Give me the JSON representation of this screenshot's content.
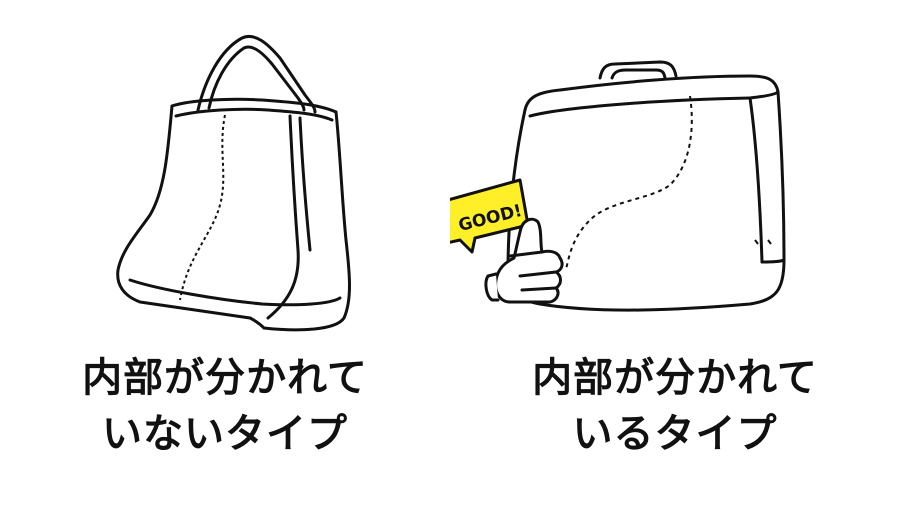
{
  "left": {
    "caption_line1": "内部が分かれて",
    "caption_line2": "いないタイプ",
    "icon": "tote-bag-icon"
  },
  "right": {
    "caption_line1": "内部が分かれて",
    "caption_line2": "いるタイプ",
    "icon": "suitcase-bag-icon",
    "badge_text": "GOOD!",
    "badge_icon": "thumbs-up-icon"
  },
  "colors": {
    "badge_yellow": "#ffef29",
    "line": "#111111",
    "background": "#ffffff"
  }
}
